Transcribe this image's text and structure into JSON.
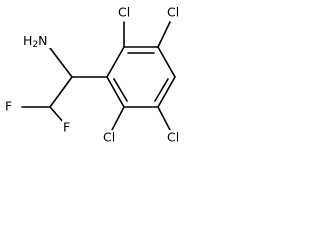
{
  "structure": {
    "atoms": {
      "amine": "NH2",
      "amine_label_main": "H",
      "amine_label_sub": "2",
      "amine_label_n": "N",
      "fluorine_left": "F",
      "fluorine_right": "F",
      "chlorine_top_left": "Cl",
      "chlorine_top_right": "Cl",
      "chlorine_bottom_left": "Cl",
      "chlorine_bottom_right": "Cl"
    },
    "colors": {
      "bond": "#000000",
      "label": "#000000",
      "background": "#ffffff"
    }
  }
}
